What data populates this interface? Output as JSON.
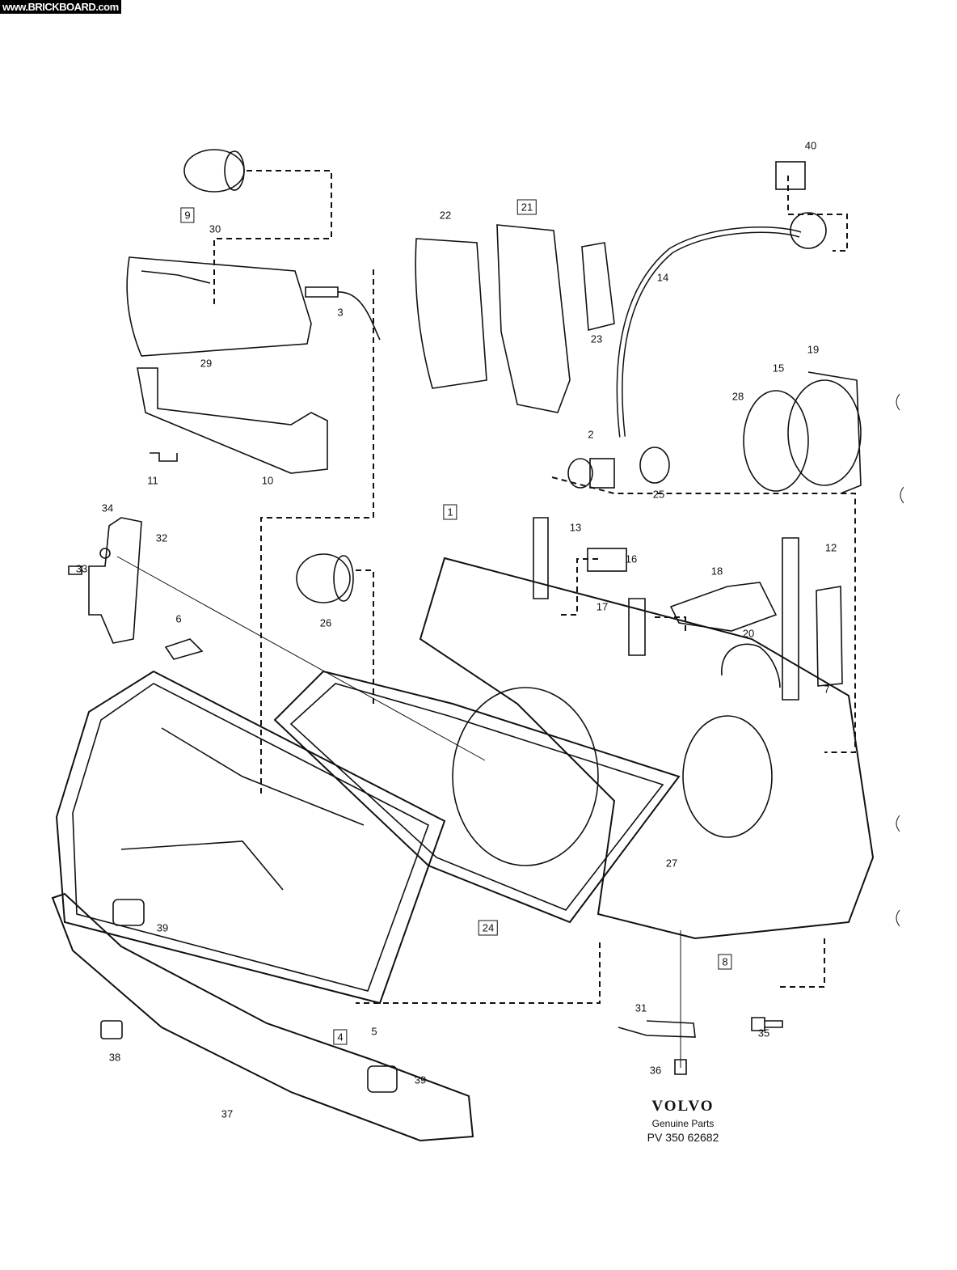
{
  "watermark": "www.BRICKBOARD.com",
  "labels": {
    "l40": "40",
    "l22": "22",
    "l21": "21",
    "l30": "30",
    "l9": "9",
    "l14": "14",
    "l3": "3",
    "l23": "23",
    "l19": "19",
    "l15": "15",
    "l29": "29",
    "l28": "28",
    "l2": "2",
    "l11": "11",
    "l10": "10",
    "l25": "25",
    "l1": "1",
    "l34": "34",
    "l32": "32",
    "l13": "13",
    "l12": "12",
    "l33": "33",
    "l16": "16",
    "l18": "18",
    "l26": "26",
    "l6": "6",
    "l17": "17",
    "l20": "20",
    "l7": "7",
    "l27": "27",
    "l39a": "39",
    "l24": "24",
    "l8": "8",
    "l5": "5",
    "l4": "4",
    "l31": "31",
    "l35": "35",
    "l38": "38",
    "l36": "36",
    "l39b": "39",
    "l37": "37"
  },
  "brand": {
    "name": "VOLVO",
    "subtitle": "Genuine Parts",
    "part_number": "PV 350 62682"
  }
}
